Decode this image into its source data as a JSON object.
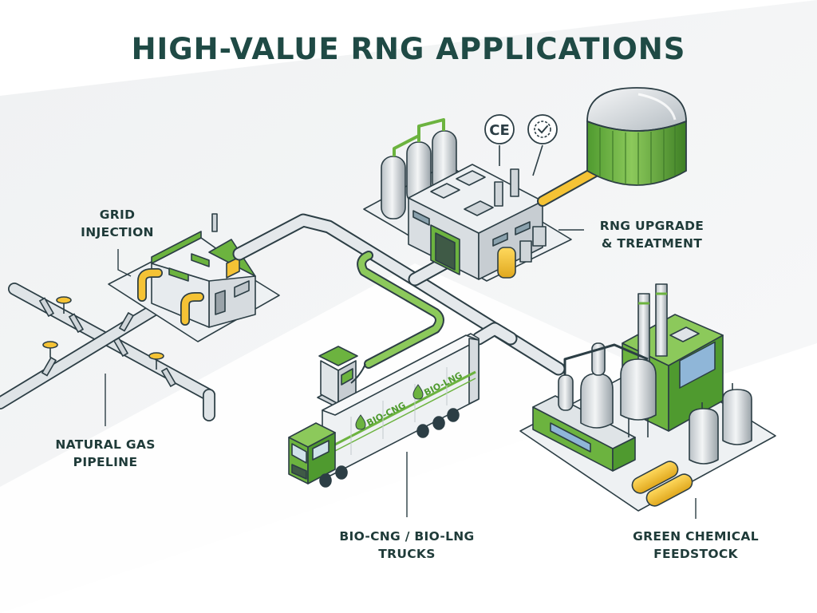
{
  "title": "HIGH-VALUE RNG APPLICATIONS",
  "colors": {
    "title": "#1f4a45",
    "green": "#6cb33f",
    "dark_green": "#3f7a2a",
    "yellow": "#f5c335",
    "steel": "#c9ced3",
    "outline": "#2c3e45"
  },
  "labels": {
    "grid_injection": {
      "line1": "GRID",
      "line2": "INJECTION"
    },
    "natural_gas_pipeline": {
      "line1": "NATURAL GAS",
      "line2": "PIPELINE"
    },
    "rng_upgrade": {
      "line1": "RNG UPGRADE",
      "line2": "& TREATMENT"
    },
    "trucks": {
      "line1": "BIO-CNG / BIO-LNG",
      "line2": "TRUCKS"
    },
    "chemical": {
      "line1": "GREEN CHEMICAL",
      "line2": "FEEDSTOCK"
    }
  },
  "truck": {
    "label_front": "BIO-CNG",
    "label_back": "BIO-LNG"
  },
  "certifications": {
    "ce_mark": "CE"
  },
  "icons": [
    "biogas-dome-tank-icon",
    "ce-mark-icon",
    "check-badge-icon",
    "fuel-dispenser-icon",
    "leaf-drop-icon",
    "valve-wheel-icon"
  ]
}
